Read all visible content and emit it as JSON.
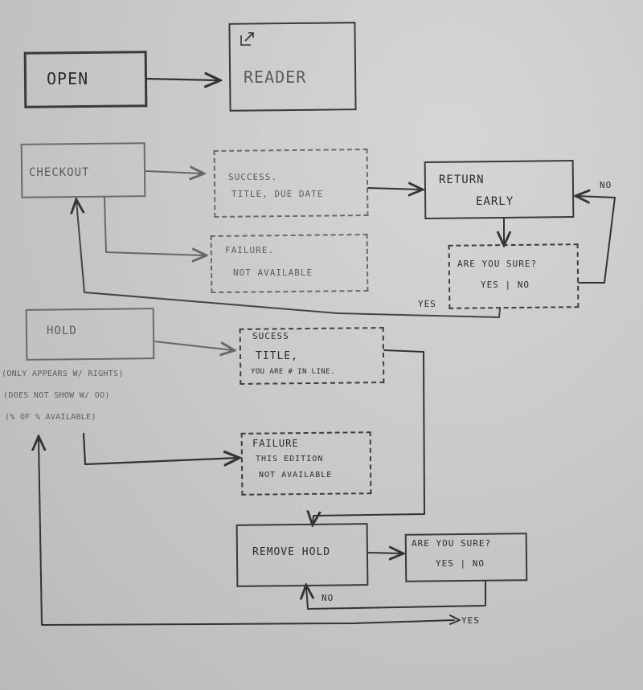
{
  "nodes": {
    "open": "OPEN",
    "reader": "READER",
    "checkout": "CHECKOUT",
    "checkout_success_line1": "SUCCESS.",
    "checkout_success_line2": "TITLE, DUE DATE",
    "checkout_failure_line1": "FAILURE.",
    "checkout_failure_line2": "NOT AVAILABLE",
    "return_early_line1": "RETURN",
    "return_early_line2": "EARLY",
    "return_confirm_line1": "ARE YOU SURE?",
    "return_confirm_line2": "YES | NO",
    "hold": "HOLD",
    "hold_note1": "(ONLY APPEARS W/ RIGHTS)",
    "hold_note2": "(DOES NOT SHOW W/ OO)",
    "hold_note3": "(% OF % AVAILABLE)",
    "hold_success_line1": "SUCESS",
    "hold_success_line2": "TITLE,",
    "hold_success_line3": "YOU ARE # IN LINE.",
    "hold_failure_line1": "FAILURE",
    "hold_failure_line2": "THIS EDITION",
    "hold_failure_line3": "NOT AVAILABLE",
    "remove_hold": "REMOVE HOLD",
    "remove_confirm_line1": "ARE YOU SURE?",
    "remove_confirm_line2": "YES | NO"
  },
  "edge_labels": {
    "return_no": "NO",
    "return_yes": "YES",
    "remove_no": "NO",
    "remove_yes": "YES"
  },
  "colors": {
    "paper": "#cbcbcb",
    "ink": "#333333",
    "faint_ink": "#666666"
  }
}
